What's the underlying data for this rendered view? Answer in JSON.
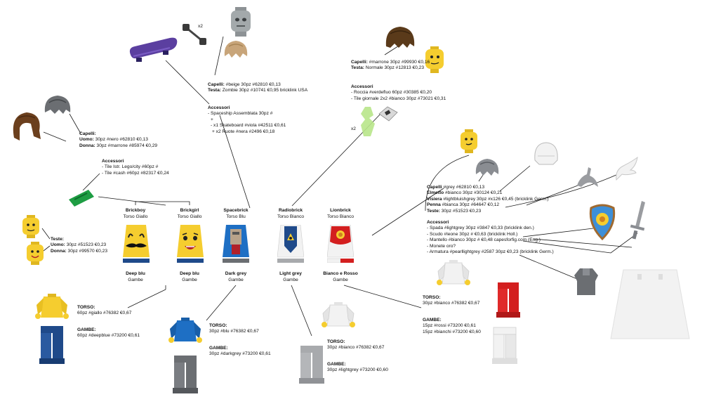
{
  "colors": {
    "yellow": "#f5cd2f",
    "dark_blue": "#1f4a8a",
    "blue": "#1e6fc4",
    "dark_grey": "#6b6e72",
    "light_grey": "#a8aaad",
    "white": "#f2f2f2",
    "red": "#d31f1f",
    "brown": "#6b3f1d",
    "dark_brown": "#5a3a1a",
    "beige": "#c8a57a",
    "purple": "#5b3fa0",
    "green": "#1e9d43",
    "trans_green": "#b8e58a",
    "pearl": "#8a8d92",
    "line": "#1a1a1a"
  },
  "top_center": {
    "x2_label": "x2",
    "hair_label": "Capelli:",
    "hair_value": " #beige 30pz #62810 €0,13",
    "head_label": "Testa:",
    "head_value": " Zombie 30pz #10741 €0,95 bricklink USA"
  },
  "acc_center": {
    "title": "Accessori",
    "lines": [
      "- Spaceship Assemblata 30pz #",
      "+",
      "- x1 Skateboard #viola #42511 €0,61",
      "+ x2 Ruote #nera #2496 €0,18"
    ]
  },
  "top_left_hair": {
    "title": "Capelli:",
    "man_label": "Uomo:",
    "man_value": " 30pz #nero #62810 €0,13",
    "woman_label": "Donna:",
    "woman_value": " 30pz #marrone #85974 €0,29"
  },
  "acc_left": {
    "title": "Accessori",
    "lines": [
      "- Tile Istr. Lego/city #60pz #",
      "- Tile #cash #60pz #82317 €0,24"
    ]
  },
  "heads_left": {
    "title": "Teste:",
    "man_label": "Uomo:",
    "man_value": " 30pz #51523 €0,23",
    "woman_label": "Donna:",
    "woman_value": " 30pz #99570 €0,23"
  },
  "top_right_hair": {
    "hair_label": "Capelli:",
    "hair_value": " #marrone 30pz #99930 €0,16",
    "head_label": "Testa:",
    "head_value": " Normale 30pz #12813 €0,23"
  },
  "acc_right_top": {
    "title": "Accessori",
    "lines": [
      "- Roccia #verdefluo 60pz #30385 €0,20",
      "- Tile giornale 2x2 #bianco 30pz #73021 €0,31"
    ],
    "x2_label": "x2"
  },
  "lion_parts": {
    "hair_label": "Capelli",
    "hair_value": " #grey #62810 €0,13",
    "helmet_label": "Elmetto",
    "helmet_value": " #bianco 30pz #30124 €0,21",
    "visor_label": "Visiera",
    "visor_value": " #lightbluishgrey 30pz #x126 €0,45 (bricklink Germ.)",
    "plume_label": "Penna",
    "plume_value": " #bianca 30pz #64647 €0,12",
    "head_label": "Teste:",
    "head_value": " 30pz #51523 €0,23"
  },
  "acc_right": {
    "title": "Accessori",
    "lines": [
      "- Spada #lightgrey 30pz #3847 €0,33 (bricklink den.)",
      "- Scudo #leone 30pz # €0,63 (bricklink Holl.)",
      "- Mantello #bianco 30pz # €0,48 capesforfig.com (Eng.)",
      "- Monete oro?",
      "- Armatura #pearllightgrey #2587 30pz €0,23 (bricklink Germ.)"
    ]
  },
  "characters": [
    {
      "name": "Brickboy",
      "torso_label": "Torso Giallo",
      "legs_color": "Deep blu",
      "legs_label": "Gambe"
    },
    {
      "name": "Brickgirl",
      "torso_label": "Torso Giallo",
      "legs_color": "Deep blu",
      "legs_label": "Gambe"
    },
    {
      "name": "Spacebrick",
      "torso_label": "Torso Blu",
      "legs_color": "Dark grey",
      "legs_label": "Gambe"
    },
    {
      "name": "Radiobrick",
      "torso_label": "Torso Bianco",
      "legs_color": "Light grey",
      "legs_label": "Gambe"
    },
    {
      "name": "Lionbrick",
      "torso_label": "Torso Bianco",
      "legs_color": "Bianco e Rosso",
      "legs_label": "Gambe"
    }
  ],
  "bottom": {
    "yellow_torso_label": "TORSO:",
    "yellow_torso_value": "60pz #giallo #76382 €0,67",
    "yellow_legs_label": "GAMBE:",
    "yellow_legs_value": "60pz #deepblue #73200 €0,61",
    "blue_torso_label": "TORSO:",
    "blue_torso_value": "30pz #blu #76382 €0,67",
    "blue_legs_label": "GAMBE:",
    "blue_legs_value": "30pz #darkgrey #73200 €0,61",
    "white_torso_label": "TORSO:",
    "white_torso_value": "30pz #bianco #76382 €0,67",
    "white_legs_label": "GAMBE:",
    "white_legs_value": "30pz #lightgrey #73200 €0,60",
    "lion_torso_label": "TORSO:",
    "lion_torso_value": "30pz #bianco #76382 €0,67",
    "lion_legs_label": "GAMBE:",
    "lion_legs_value1": "15pz #rossi #73200 €0,61",
    "lion_legs_value2": "15pz #bianchi #73200 €0,60"
  }
}
